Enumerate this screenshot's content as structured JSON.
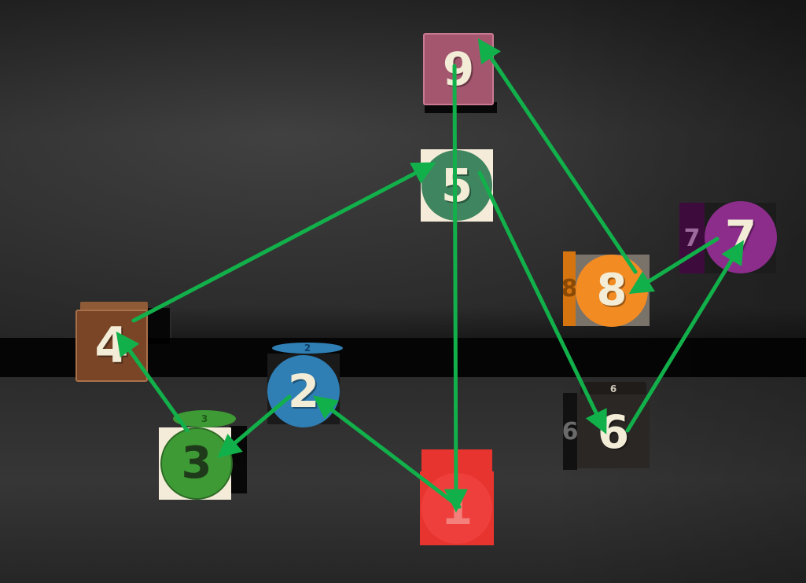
{
  "scene": {
    "arrow_color": "#12b04a"
  },
  "blocks": [
    {
      "id": "1",
      "label": "1",
      "color": "#f0403e",
      "shape": "disk-on-square"
    },
    {
      "id": "2",
      "label": "2",
      "color": "#2f7fb5",
      "shape": "disk"
    },
    {
      "id": "3",
      "label": "3",
      "color": "#3e9a35",
      "shape": "disk-on-square"
    },
    {
      "id": "4",
      "label": "4",
      "color": "#7a4526",
      "shape": "square"
    },
    {
      "id": "5",
      "label": "5",
      "color": "#3f8560",
      "shape": "disk-on-square"
    },
    {
      "id": "6",
      "label": "6",
      "color": "#2b2724",
      "shape": "disk-on-square"
    },
    {
      "id": "7",
      "label": "7",
      "color": "#8c2d8c",
      "shape": "disk"
    },
    {
      "id": "8",
      "label": "8",
      "color": "#f28b22",
      "shape": "disk-on-square"
    },
    {
      "id": "9",
      "label": "9",
      "color": "#a3566e",
      "shape": "square"
    }
  ],
  "path_order": [
    "1",
    "2",
    "3",
    "4",
    "5",
    "6",
    "7",
    "8",
    "9",
    "1"
  ]
}
